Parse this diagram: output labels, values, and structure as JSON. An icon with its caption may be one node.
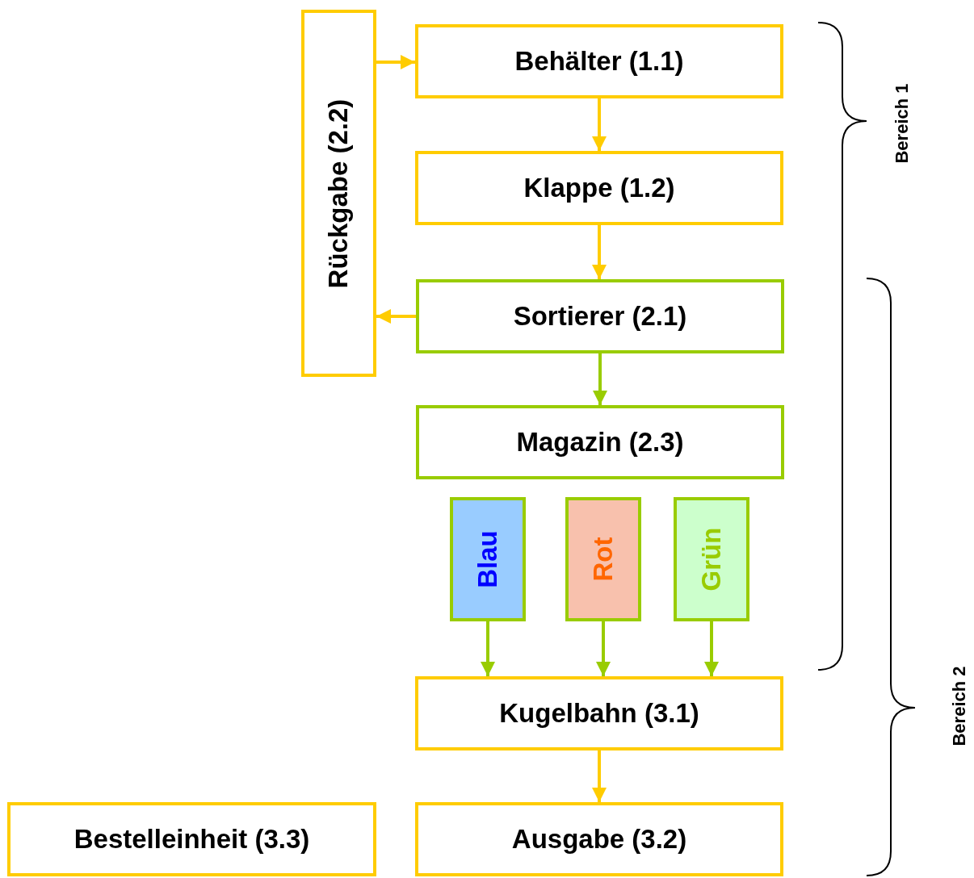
{
  "diagram": {
    "nodes": [
      {
        "text": [
          "Rückgabe (2.2)"
        ]
      },
      {
        "text": [
          "Behälter (1.1)"
        ]
      },
      {
        "text": [
          "Klappe (1.2)"
        ]
      },
      {
        "text": [
          "Sortierer (2.1)"
        ]
      },
      {
        "text": [
          "Magazin (2.3)"
        ]
      },
      {
        "text": [
          "Blau"
        ]
      },
      {
        "text": [
          "Rot"
        ]
      },
      {
        "text": [
          "Grün"
        ]
      },
      {
        "text": [
          "Kugelbahn (3.1)"
        ]
      },
      {
        "text": [
          "Bestelleinheit (3.3)"
        ]
      },
      {
        "text": [
          "Ausgabe (3.2)"
        ]
      }
    ],
    "edges": [
      {
        "from": 0,
        "to": 1,
        "arrow": "to"
      },
      {
        "from": 1,
        "to": 2,
        "arrow": "to"
      },
      {
        "from": 2,
        "to": 3,
        "arrow": "to"
      },
      {
        "from": 3,
        "to": 0,
        "arrow": "to"
      },
      {
        "from": 3,
        "to": 4,
        "arrow": "to",
        "color": "#99cc00"
      },
      {
        "from": 5,
        "to": 8,
        "arrow": "to",
        "color": "#99cc00"
      },
      {
        "from": 6,
        "to": 8,
        "arrow": "to",
        "color": "#99cc00"
      },
      {
        "from": 7,
        "to": 8,
        "arrow": "to",
        "color": "#99cc00"
      },
      {
        "from": 8,
        "to": 10,
        "arrow": "to"
      }
    ],
    "labels": [
      "Bereich 1",
      "Bereich 2"
    ]
  }
}
